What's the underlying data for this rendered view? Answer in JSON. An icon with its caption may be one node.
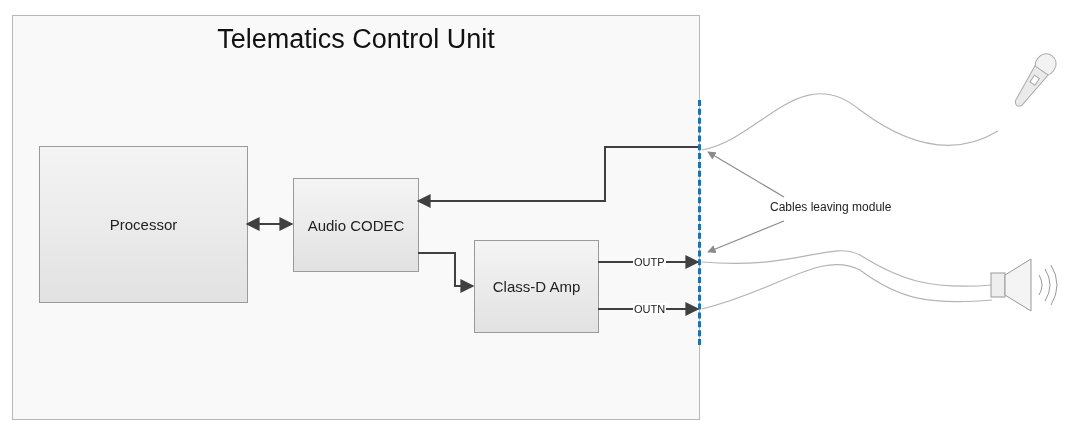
{
  "diagram": {
    "nodes": [
      {
        "text": [
          "Telematics Control Unit"
        ]
      },
      {
        "text": [
          "Processor"
        ],
        "in": 0
      },
      {
        "text": [
          "Audio CODEC"
        ],
        "in": 0
      },
      {
        "text": [
          "Class-D Amp"
        ],
        "in": 0
      },
      {
        "text": [],
        "shape": "bar"
      },
      {
        "text": [
          "Cables leaving module"
        ]
      },
      {
        "text": [],
        "shape": "picture"
      },
      {
        "text": [],
        "shape": "picture"
      }
    ],
    "edges": [
      {
        "from": 1,
        "to": 2,
        "arrow": "both"
      },
      {
        "from": 4,
        "to": 2,
        "arrow": "to"
      },
      {
        "from": 2,
        "to": 3,
        "arrow": "to"
      },
      {
        "from": 3,
        "to": 4,
        "arrow": "to",
        "label": "OUTP"
      },
      {
        "from": 3,
        "to": 4,
        "arrow": "to",
        "label": "OUTN"
      },
      {
        "from": 6,
        "to": 4,
        "arrow": "none",
        "color": "#b4b4b4"
      },
      {
        "from": 7,
        "to": 4,
        "arrow": "none",
        "color": "#b4b4b4"
      },
      {
        "from": 7,
        "to": 4,
        "arrow": "none",
        "color": "#b4b4b4"
      },
      {
        "from": 5,
        "to": 4,
        "arrow": "to",
        "color": "#8a8a8a"
      },
      {
        "from": 5,
        "to": 4,
        "arrow": "to",
        "color": "#8a8a8a"
      }
    ]
  }
}
